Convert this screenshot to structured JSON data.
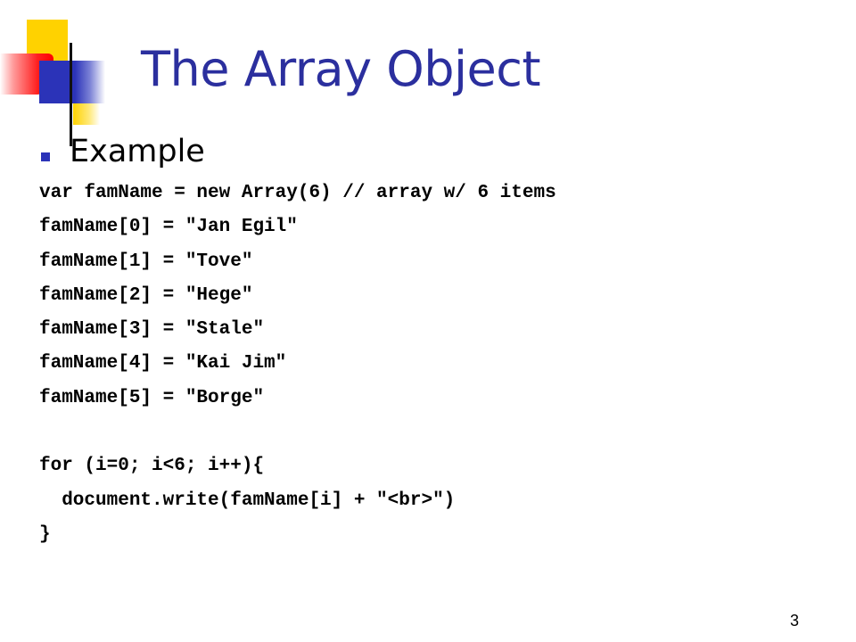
{
  "slide": {
    "title": "The Array Object",
    "bullet": "Example",
    "code_lines": [
      "var famName = new Array(6) // array w/ 6 items",
      "famName[0] = \"Jan Egil\"",
      "famName[1] = \"Tove\"",
      "famName[2] = \"Hege\"",
      "famName[3] = \"Stale\"",
      "famName[4] = \"Kai Jim\"",
      "famName[5] = \"Borge\"",
      "",
      "for (i=0; i<6; i++){",
      "  document.write(famName[i] + \"<br>\")",
      "}"
    ],
    "page_number": "3"
  },
  "colors": {
    "title": "#2b2f9e",
    "accent_blue": "#2b33b8",
    "accent_yellow": "#ffd200",
    "accent_red": "#ff0000"
  },
  "icons": {
    "bullet": "square-bullet-icon"
  }
}
